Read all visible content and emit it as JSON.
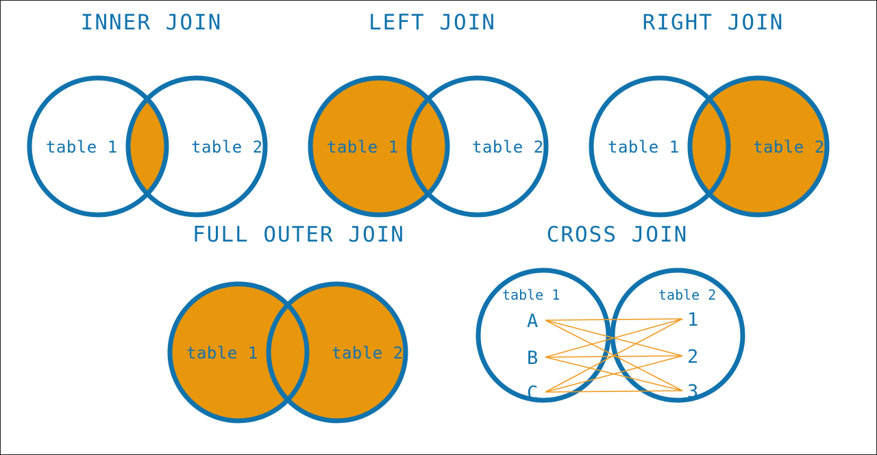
{
  "page": {
    "background_color": "#ffffff",
    "border_color": "#1a1a1a",
    "accent_blue": "#1173ad",
    "accent_orange": "#e8960c",
    "link_orange": "#ef9a20"
  },
  "diagrams": [
    {
      "id": "inner-join",
      "title": "INNER JOIN",
      "left_label": "table 1",
      "right_label": "table 2",
      "highlight": "intersection"
    },
    {
      "id": "left-join",
      "title": "LEFT JOIN",
      "left_label": "table 1",
      "right_label": "table 2",
      "highlight": "left-circle"
    },
    {
      "id": "right-join",
      "title": "RIGHT JOIN",
      "left_label": "table 1",
      "right_label": "table 2",
      "highlight": "right-circle"
    },
    {
      "id": "full-outer-join",
      "title": "FULL OUTER JOIN",
      "left_label": "table 1",
      "right_label": "table 2",
      "highlight": "both-circles"
    },
    {
      "id": "cross-join",
      "title": "CROSS JOIN",
      "left_label": "table 1",
      "right_label": "table 2",
      "highlight": "none",
      "left_items": [
        "A",
        "B",
        "C"
      ],
      "right_items": [
        "1",
        "2",
        "3"
      ],
      "connections": [
        [
          "A",
          "1"
        ],
        [
          "A",
          "2"
        ],
        [
          "A",
          "3"
        ],
        [
          "B",
          "1"
        ],
        [
          "B",
          "2"
        ],
        [
          "B",
          "3"
        ],
        [
          "C",
          "1"
        ],
        [
          "C",
          "2"
        ],
        [
          "C",
          "3"
        ]
      ]
    }
  ]
}
